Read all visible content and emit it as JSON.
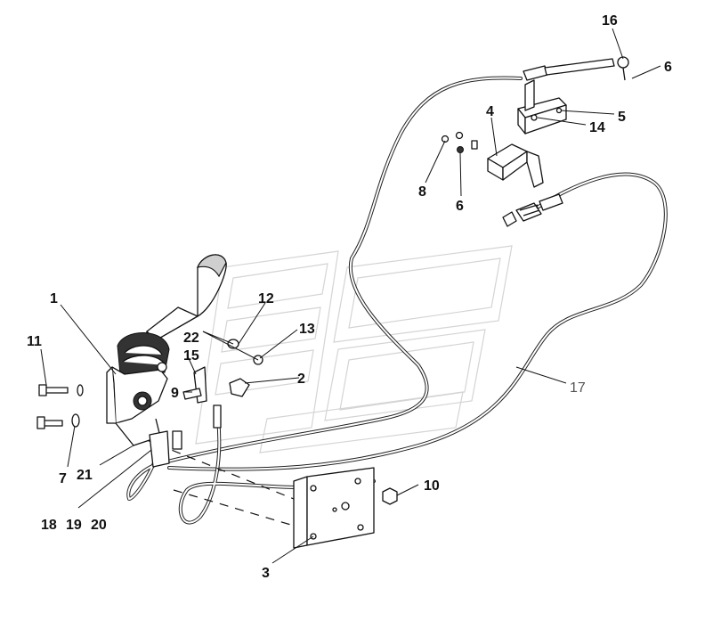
{
  "diagram": {
    "callouts": [
      "1",
      "2",
      "3",
      "4",
      "5",
      "6",
      "6",
      "7",
      "8",
      "9",
      "10",
      "11",
      "12",
      "13",
      "14",
      "15",
      "16",
      "17",
      "18",
      "19",
      "20",
      "21",
      "22"
    ]
  }
}
